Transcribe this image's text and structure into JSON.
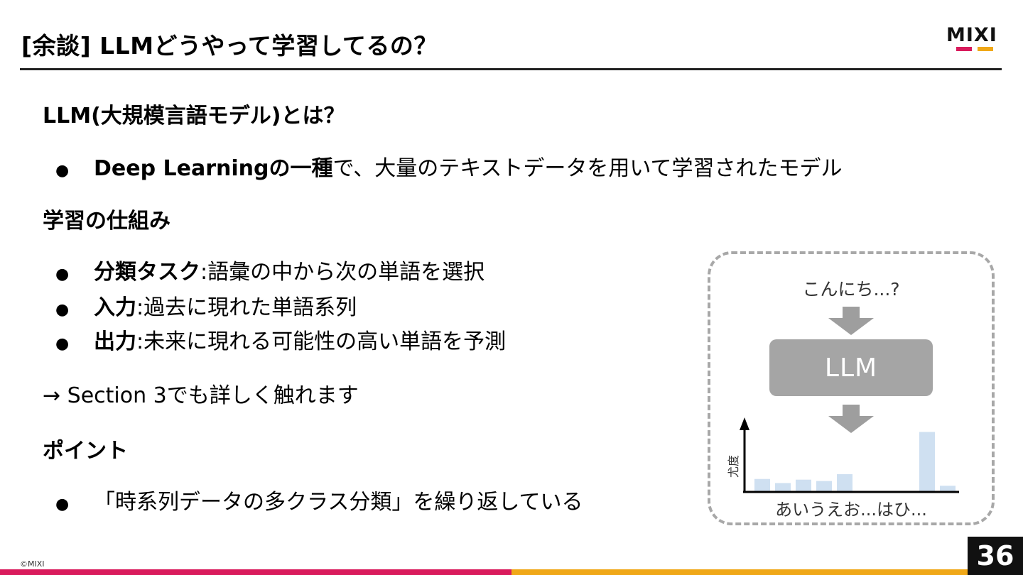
{
  "header": {
    "title": "[余談] LLMどうやって学習してるの？",
    "logo_text": "MIXI",
    "logo_colors": [
      "#d91b5c",
      "#f0a818"
    ]
  },
  "section1": {
    "heading": "LLM(大規模言語モデル)とは？",
    "bullet": {
      "bold": "Deep Learningの一種",
      "text": "で、大量のテキストデータを用いて学習されたモデル"
    }
  },
  "section2": {
    "heading": "学習の仕組み",
    "bullets": [
      {
        "bold": "分類タスク",
        "text": ":語彙の中から次の単語を選択"
      },
      {
        "bold": "入力",
        "text": ":過去に現れた単語系列"
      },
      {
        "bold": "出力",
        "text": ":未来に現れる可能性の高い単語を予測"
      }
    ],
    "note": "→ Section 3でも詳しく触れます"
  },
  "section3": {
    "heading": "ポイント",
    "bullet": "「時系列データの多クラス分類」を繰り返している"
  },
  "diagram": {
    "prompt": "こんにち...?",
    "model_label": "LLM",
    "y_axis_label": "尤度",
    "x_axis_label": "あいうえお...はひ...",
    "bar_color": "#cfe0f1",
    "arrow_color": "#9e9e9e"
  },
  "chart_data": {
    "type": "bar",
    "ylabel": "尤度",
    "xlabel": "あいうえお...はひ...",
    "values": [
      0.18,
      0.12,
      0.17,
      0.15,
      0.25,
      0,
      0,
      0,
      0.87,
      0.08
    ]
  },
  "footer": {
    "copyright": "©MIXI",
    "page_number": "36",
    "bar_colors": [
      "#d91b5c",
      "#f0a818"
    ]
  }
}
